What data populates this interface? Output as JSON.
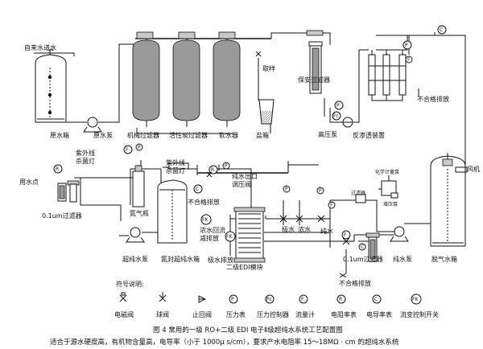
{
  "labels": {
    "tap_water": "自来水进水",
    "raw_tank": "原水箱",
    "raw_pump": "原水泵",
    "mech_filter": "机械过滤器",
    "carbon_filter": "活性炭过滤器",
    "softener": "软水器",
    "salt_box": "盐箱",
    "sampling": "取样",
    "security_filter": "保安过滤器",
    "hp_pump": "高压泵",
    "ro_unit": "反渗透装置",
    "reject": "不合格排放",
    "fan": "风机",
    "uv_lamp": "紫外线",
    "uv_lamp2": "杀菌灯",
    "use_point": "用水点",
    "n2_bottle": "氮气瓶",
    "pure_out_valve": "纯水出口",
    "pure_out_valve2": "调压阀",
    "dosing": "化学计量泵",
    "cart_filter": "过滤器",
    "dosing_pump": "增压泵",
    "filter_01": "0.1um过滤器",
    "conc_reflux": "浓水回流",
    "conc_reflux2": "减排放",
    "plate_water": "极水",
    "conc_water": "浓水",
    "pure_water": "纯水",
    "plate_reject": "极水排放",
    "edi_module": "二级EDI模块",
    "pure_pump": "纯水泵",
    "degas_tank": "脱气水箱",
    "ultra_pump": "超纯水泵",
    "n2_tank": "氮封超纯水箱"
  },
  "legend": {
    "title": "符号说明:",
    "solenoid": "电磁阀",
    "ball": "球阀",
    "check": "止回阀",
    "pressure": "压力表",
    "pressure_ctrl": "压力控制器",
    "flow": "流量计",
    "resist": "电阻率表",
    "conduct": "电导率表",
    "flow_switch": "流变控制开关",
    "sym_p": "P",
    "sym_pc": "Pc",
    "sym_f": "F",
    "sym_r": "R",
    "sym_c": "C",
    "sym_fk": "FK"
  },
  "caption": {
    "line1": "图 4 常用的一级 RO+二级 EDI 电子Ⅱ级超纯水系统工艺配置图",
    "line2": "适合于源水硬度高，有机物含量高，电导率（小于 1000μ s/cm），要求产水电阻率 15～18MΩ · cm 的超纯水系统"
  }
}
